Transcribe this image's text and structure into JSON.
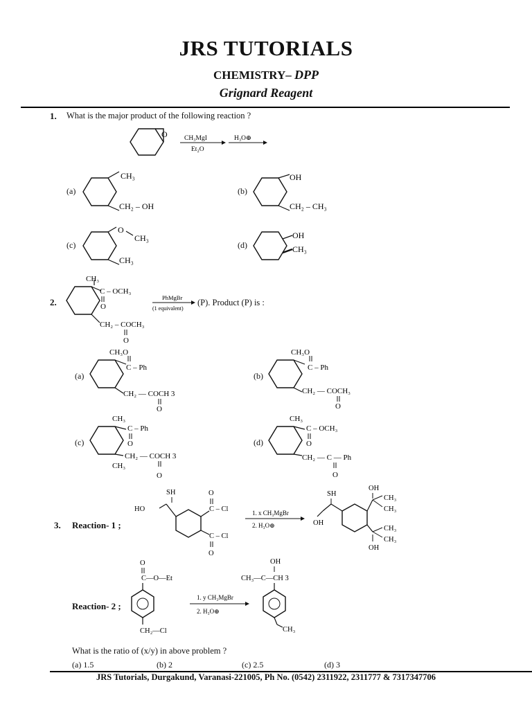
{
  "header": {
    "title": "JRS TUTORIALS",
    "subject": "CHEMISTRY–",
    "subject_tag": "DPP",
    "topic": "Grignard Reagent"
  },
  "q1": {
    "num": "1.",
    "text": "What is the major product of the following reaction ?",
    "reagent_top": "CH₃MgI",
    "reagent_bottom": "Et₂O",
    "reagent2": "H₃O⊕",
    "options": [
      {
        "label": "(a)",
        "top": "CH₃",
        "bottom": "CH₂ – OH"
      },
      {
        "label": "(b)",
        "top": "OH",
        "bottom": "CH₂ – CH₃"
      },
      {
        "label": "(c)",
        "top": "O",
        "top2": "CH₃",
        "bottom": "CH₃"
      },
      {
        "label": "(d)",
        "top": "OH",
        "bottom": "CH₃"
      }
    ]
  },
  "q2": {
    "num": "2.",
    "sub_ch3": "CH₃",
    "sub_ester": "C – OCH₃",
    "sub_o": "O",
    "sub_side": "CH₂ – COCH₃",
    "reagent_top": "PhMgBr",
    "reagent_bottom": "(1 equivalent)",
    "text": "(P). Product (P) is :",
    "options": [
      {
        "label": "(a)",
        "l1": "CH₃O",
        "l2": "C – Ph",
        "l3": "CH₂ — COCH 3",
        "l4": "O"
      },
      {
        "label": "(b)",
        "l1": "CH₃O",
        "l2": "C – Ph",
        "l3": "CH₂ — COCH₃",
        "l4": "O"
      },
      {
        "label": "(c)",
        "l1": "CH₃",
        "l2": "C – Ph",
        "l2b": "O",
        "l3": "CH₂ — COCH 3",
        "l4": "O",
        "l5": "CH₃"
      },
      {
        "label": "(d)",
        "l1": "CH₃",
        "l2": "C – OCH₃",
        "l2b": "O",
        "l3": "CH₂ — C — Ph",
        "l4": "O"
      }
    ]
  },
  "q3": {
    "num": "3.",
    "r1_label": "Reaction- 1 ;",
    "r1_sh": "SH",
    "r1_ho": "HO",
    "r1_cl1": "C – Cl",
    "r1_cl2": "C – Cl",
    "r1_o": "O",
    "r1_reagent1": "1. x CH₃MgBr",
    "r1_reagent2": "2. H₃O⊕",
    "r1_p_sh": "SH",
    "r1_p_oh": "OH",
    "r1_p_oh2": "OH",
    "r1_p_oh3": "OH",
    "r1_p_ch3": "CH₃",
    "r2_label": "Reaction- 2 ;",
    "r2_ester": "C—O—Et",
    "r2_o": "O",
    "r2_side": "CH₂—Cl",
    "r2_reagent1": "1. y CH₃MgBr",
    "r2_reagent2": "2. H₃O⊕",
    "r2_p_oh": "OH",
    "r2_p_chain": "CH₃—C—CH 3",
    "r2_p_ch3": "CH₃",
    "question": "What is the ratio of (x/y) in above problem ?",
    "options": [
      "(a) 1.5",
      "(b) 2",
      "(c) 2.5",
      "(d) 3"
    ]
  },
  "footer": "JRS Tutorials, Durgakund, Varanasi-221005, Ph No. (0542) 2311922, 2311777 & 7317347706"
}
